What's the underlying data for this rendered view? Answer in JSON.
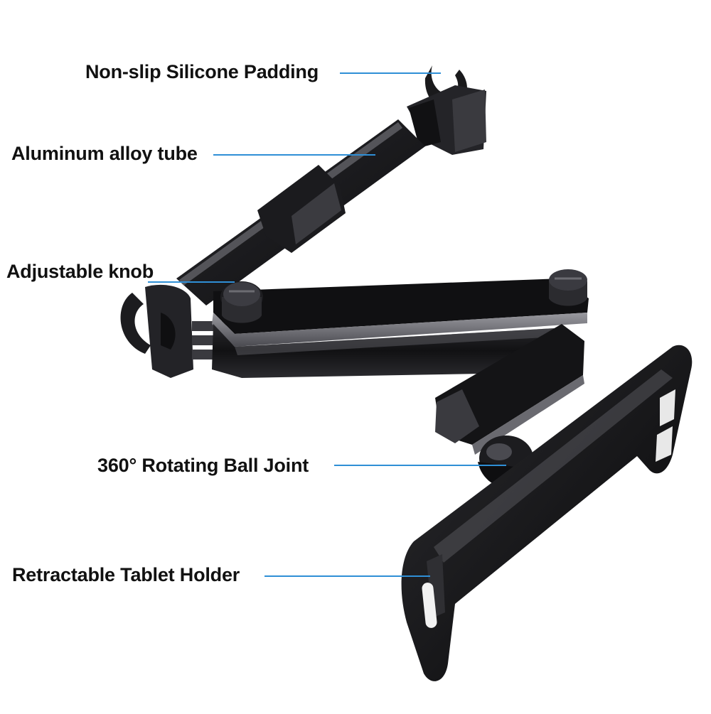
{
  "callouts": [
    {
      "id": "padding",
      "label": "Non-slip Silicone Padding"
    },
    {
      "id": "tube",
      "label": "Aluminum alloy tube"
    },
    {
      "id": "knob",
      "label": "Adjustable knob"
    },
    {
      "id": "joint",
      "label": "360° Rotating Ball Joint"
    },
    {
      "id": "holder",
      "label": "Retractable Tablet Holder"
    }
  ],
  "colors": {
    "background": "#ffffff",
    "label_text": "#111111",
    "leader_line": "#2f8fd6",
    "device_dark": "#1b1b1d",
    "device_mid": "#3a3a3e",
    "device_highlight": "#8a8a90"
  }
}
